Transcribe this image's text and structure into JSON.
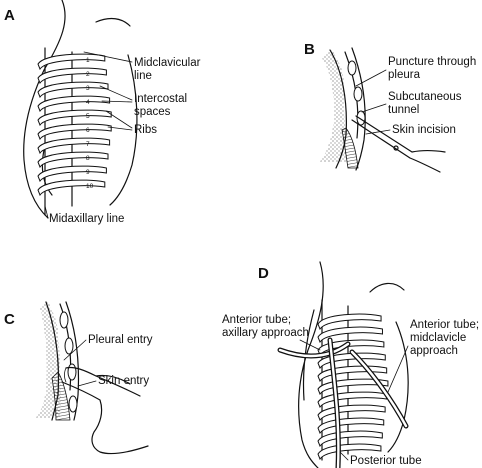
{
  "panels": {
    "A": {
      "letter": "A",
      "labels": {
        "midclavicular": [
          "Midclavicular",
          "line"
        ],
        "intercostal": [
          "Intercostal",
          "spaces"
        ],
        "ribs": "Ribs",
        "midaxillary": "Midaxillary line"
      },
      "rib_numbers": [
        "1",
        "2",
        "3",
        "4",
        "5",
        "6",
        "7",
        "8",
        "9",
        "10"
      ]
    },
    "B": {
      "letter": "B",
      "labels": {
        "puncture": [
          "Puncture through",
          "pleura"
        ],
        "tunnel": [
          "Subcutaneous",
          "tunnel"
        ],
        "incision": "Skin incision"
      }
    },
    "C": {
      "letter": "C",
      "labels": {
        "pleural": "Pleural entry",
        "skin": "Skin entry"
      }
    },
    "D": {
      "letter": "D",
      "labels": {
        "anterior_axillary": [
          "Anterior tube;",
          "axillary approach"
        ],
        "anterior_midclavicle": [
          "Anterior tube;",
          "midclavicle",
          "approach"
        ],
        "posterior": "Posterior tube"
      }
    }
  }
}
